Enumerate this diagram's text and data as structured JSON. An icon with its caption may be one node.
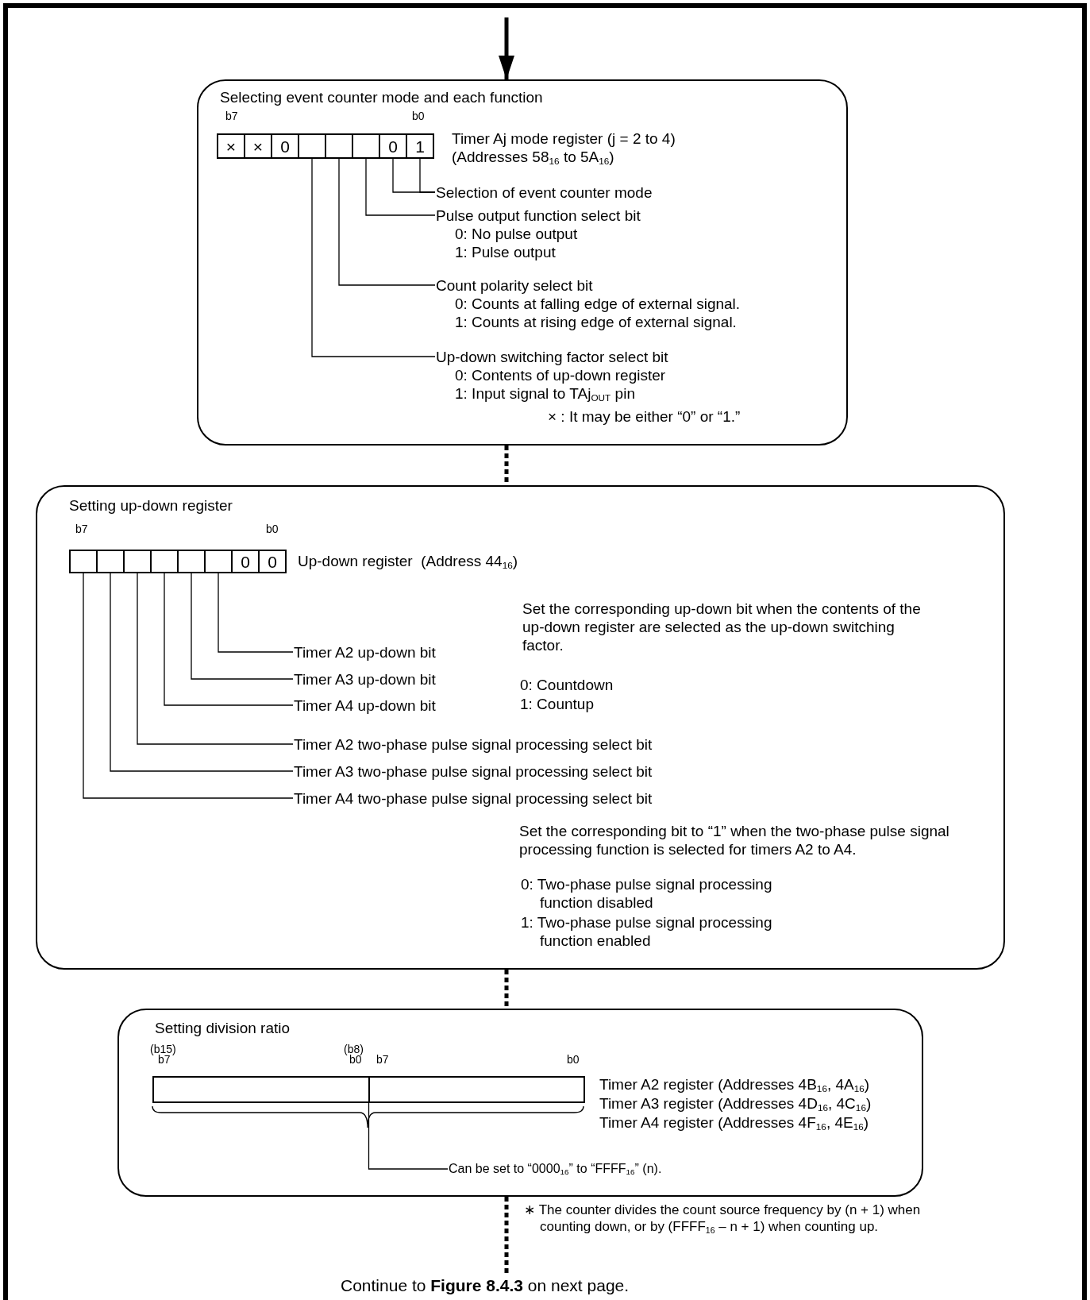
{
  "diagram": {
    "nodes": [
      {
        "text": [
          "Selecting event counter mode and each function"
        ]
      },
      {
        "text": [],
        "shape": "box",
        "in": 0,
        "beside": [
          "Timer Aj mode register (j = 2 to 4) (Addresses 58$_{16}$ to 5A$_{16}$)"
        ]
      },
      {
        "text": [
          "×"
        ],
        "in": 1
      },
      {
        "text": [
          "×"
        ],
        "in": 1
      },
      {
        "text": [
          "0"
        ],
        "in": 1
      },
      {
        "text": [],
        "shape": "box",
        "in": 1
      },
      {
        "text": [],
        "shape": "box",
        "in": 1
      },
      {
        "text": [],
        "shape": "box",
        "in": 1
      },
      {
        "text": [
          "0"
        ],
        "in": 1
      },
      {
        "text": [
          "1"
        ],
        "in": 1
      },
      {
        "text": [
          "Selection of event counter mode"
        ],
        "in": 0
      },
      {
        "text": [
          "Pulse output function select bit",
          "0: No pulse output",
          "1: Pulse output"
        ],
        "in": 0
      },
      {
        "text": [
          "Count polarity select bit",
          "0: Counts at falling edge of external signal.",
          "1: Counts at rising edge of external signal."
        ],
        "in": 0
      },
      {
        "text": [
          "Up-down switching factor select bit",
          "0: Contents of up-down register",
          "1: Input signal to TAj$_{OUT}$ pin"
        ],
        "in": 0
      },
      {
        "text": [
          "Setting up-down register"
        ]
      },
      {
        "text": [],
        "shape": "box",
        "in": 14,
        "beside": [
          "Up-down register  (Address 44$_{16}$)"
        ]
      },
      {
        "text": [],
        "shape": "box",
        "in": 15
      },
      {
        "text": [],
        "shape": "box",
        "in": 15
      },
      {
        "text": [],
        "shape": "box",
        "in": 15
      },
      {
        "text": [],
        "shape": "box",
        "in": 15
      },
      {
        "text": [],
        "shape": "box",
        "in": 15
      },
      {
        "text": [],
        "shape": "box",
        "in": 15
      },
      {
        "text": [
          "0"
        ],
        "in": 15
      },
      {
        "text": [
          "0"
        ],
        "in": 15
      },
      {
        "text": [
          "Timer A2 up-down bit"
        ],
        "in": 14
      },
      {
        "text": [
          "Timer A3 up-down bit"
        ],
        "in": 14
      },
      {
        "text": [
          "Timer A4 up-down bit"
        ],
        "in": 14
      },
      {
        "text": [
          "Timer A2 two-phase pulse signal processing select bit"
        ],
        "in": 14
      },
      {
        "text": [
          "Timer A3 two-phase pulse signal processing select bit"
        ],
        "in": 14
      },
      {
        "text": [
          "Timer A4 two-phase pulse signal processing select bit"
        ],
        "in": 14
      },
      {
        "text": [
          "Setting division ratio"
        ]
      },
      {
        "text": [],
        "shape": "box",
        "in": 30,
        "beside": [
          "Timer A2 register (Addresses 4B$_{16}$, 4A$_{16}$)",
          "Timer A3 register (Addresses 4D$_{16}$, 4C$_{16}$)",
          "Timer A4 register (Addresses 4F$_{16}$, 4E$_{16}$)"
        ]
      },
      {
        "text": [],
        "shape": "box",
        "in": 31
      },
      {
        "text": [],
        "shape": "box",
        "in": 31
      },
      {
        "text": [
          "Can be set to “0000$_{16}$” to “FFFF$_{16}$” (n)."
        ],
        "in": 30
      },
      {
        "text": [
          "Continue to **Figure 8.4.3** on next page."
        ]
      }
    ],
    "edges": [
      {
        "from": null,
        "to": 0,
        "arrow": "to",
        "style": "thick"
      },
      {
        "from": 0,
        "to": 14,
        "arrow": "none",
        "style": "dashed"
      },
      {
        "from": 14,
        "to": 30,
        "arrow": "none",
        "style": "dashed"
      },
      {
        "from": 30,
        "to": 35,
        "arrow": "none",
        "style": "dashed"
      },
      {
        "from": 9,
        "to": 10,
        "arrow": "none"
      },
      {
        "from": 8,
        "to": 10,
        "arrow": "none"
      },
      {
        "from": 7,
        "to": 11,
        "arrow": "none"
      },
      {
        "from": 6,
        "to": 12,
        "arrow": "none"
      },
      {
        "from": 5,
        "to": 13,
        "arrow": "none"
      },
      {
        "from": 21,
        "to": 24,
        "arrow": "none"
      },
      {
        "from": 20,
        "to": 25,
        "arrow": "none"
      },
      {
        "from": 19,
        "to": 26,
        "arrow": "none"
      },
      {
        "from": 18,
        "to": 27,
        "arrow": "none"
      },
      {
        "from": 17,
        "to": 28,
        "arrow": "none"
      },
      {
        "from": 16,
        "to": 29,
        "arrow": "none"
      },
      {
        "from": 31,
        "to": 34,
        "arrow": "none"
      }
    ],
    "labels": [
      "b7",
      "b0",
      "× : It may be either “0” or “1.”",
      "b7",
      "b0",
      "Set the corresponding up-down bit when the contents of the up-down register are selected as the up-down switching factor.",
      "0: Countdown",
      "1: Countup",
      "Set the corresponding bit to “1” when the two-phase pulse signal processing function is selected for timers A2 to A4.",
      "0: Two-phase pulse signal processing function disabled",
      "1: Two-phase pulse signal processing function enabled",
      "(b15)",
      "b7",
      "(b8)",
      "b0",
      "b7",
      "b0",
      "∗ The counter divides the count source frequency by (n + 1) when counting down, or by (FFFF$_{16}$ – n + 1) when counting up."
    ]
  }
}
